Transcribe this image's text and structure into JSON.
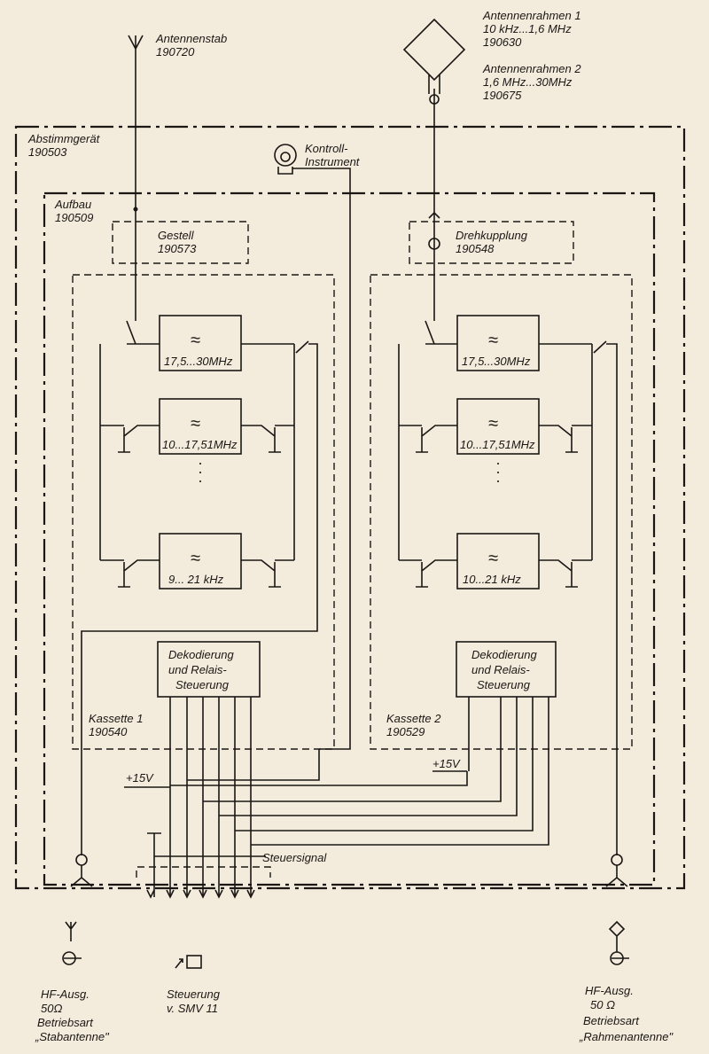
{
  "antennas": {
    "stab": {
      "name": "Antennenstab",
      "id": "190720"
    },
    "rahmen1": {
      "name": "Antennenrahmen 1",
      "range": "10 kHz...1,6 MHz",
      "id": "190630"
    },
    "rahmen2": {
      "name": "Antennenrahmen 2",
      "range": "1,6 MHz...30MHz",
      "id": "190675"
    }
  },
  "abstimmgeraet": {
    "name": "Abstimmgerät",
    "id": "190503"
  },
  "kontroll": {
    "line1": "Kontroll-",
    "line2": "Instrument"
  },
  "aufbau": {
    "name": "Aufbau",
    "id": "190509"
  },
  "gestell": {
    "name": "Gestell",
    "id": "190573"
  },
  "drehkupplung": {
    "name": "Drehkupplung",
    "id": "190548"
  },
  "kassette1": {
    "name": "Kassette 1",
    "id": "190540",
    "filters": [
      "17,5...30MHz",
      "10...17,51MHz",
      "9... 21 kHz"
    ]
  },
  "kassette2": {
    "name": "Kassette 2",
    "id": "190529",
    "filters": [
      "17,5...30MHz",
      "10...17,51MHz",
      "10...21 kHz"
    ]
  },
  "dekodierung": {
    "line1": "Dekodierung",
    "line2": "und Relais-",
    "line3": "Steuerung"
  },
  "supply": "+15V",
  "steuersignal": "Steuersignal",
  "outputs": {
    "left": {
      "line1": "HF-Ausg.",
      "line2": "50Ω",
      "line3": "Betriebsart",
      "line4": "„Stabantenne\""
    },
    "control": {
      "line1": "Steuerung",
      "line2": "v. SMV 11"
    },
    "right": {
      "line1": "HF-Ausg.",
      "line2": "50 Ω",
      "line3": "Betriebsart",
      "line4": "„Rahmenantenne\""
    }
  },
  "filter_symbol": "≈",
  "dots": "·\n·\n·"
}
